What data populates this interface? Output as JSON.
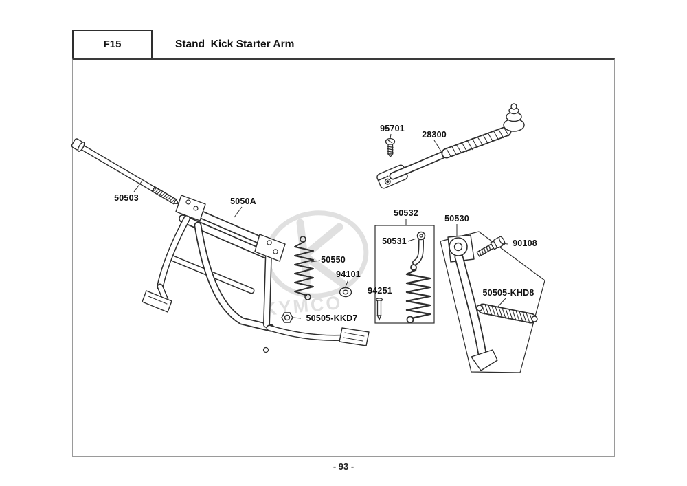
{
  "header": {
    "code": "F15",
    "title": "Stand  Kick Starter Arm"
  },
  "footer": {
    "page": "- 93 -"
  },
  "watermark": {
    "brand": "KYMCO"
  },
  "parts": {
    "p95701": "95701",
    "p28300": "28300",
    "p50503": "50503",
    "p5050A": "5050A",
    "p50550": "50550",
    "p94101": "94101",
    "p50532": "50532",
    "p50531": "50531",
    "p50530": "50530",
    "p90108": "90108",
    "p94251": "94251",
    "pKKD7": "50505-KKD7",
    "pKHD8": "50505-KHD8"
  },
  "colors": {
    "line": "#2e2e2e",
    "watermark": "#c7c7c7",
    "frame": "#9a9a9a"
  }
}
